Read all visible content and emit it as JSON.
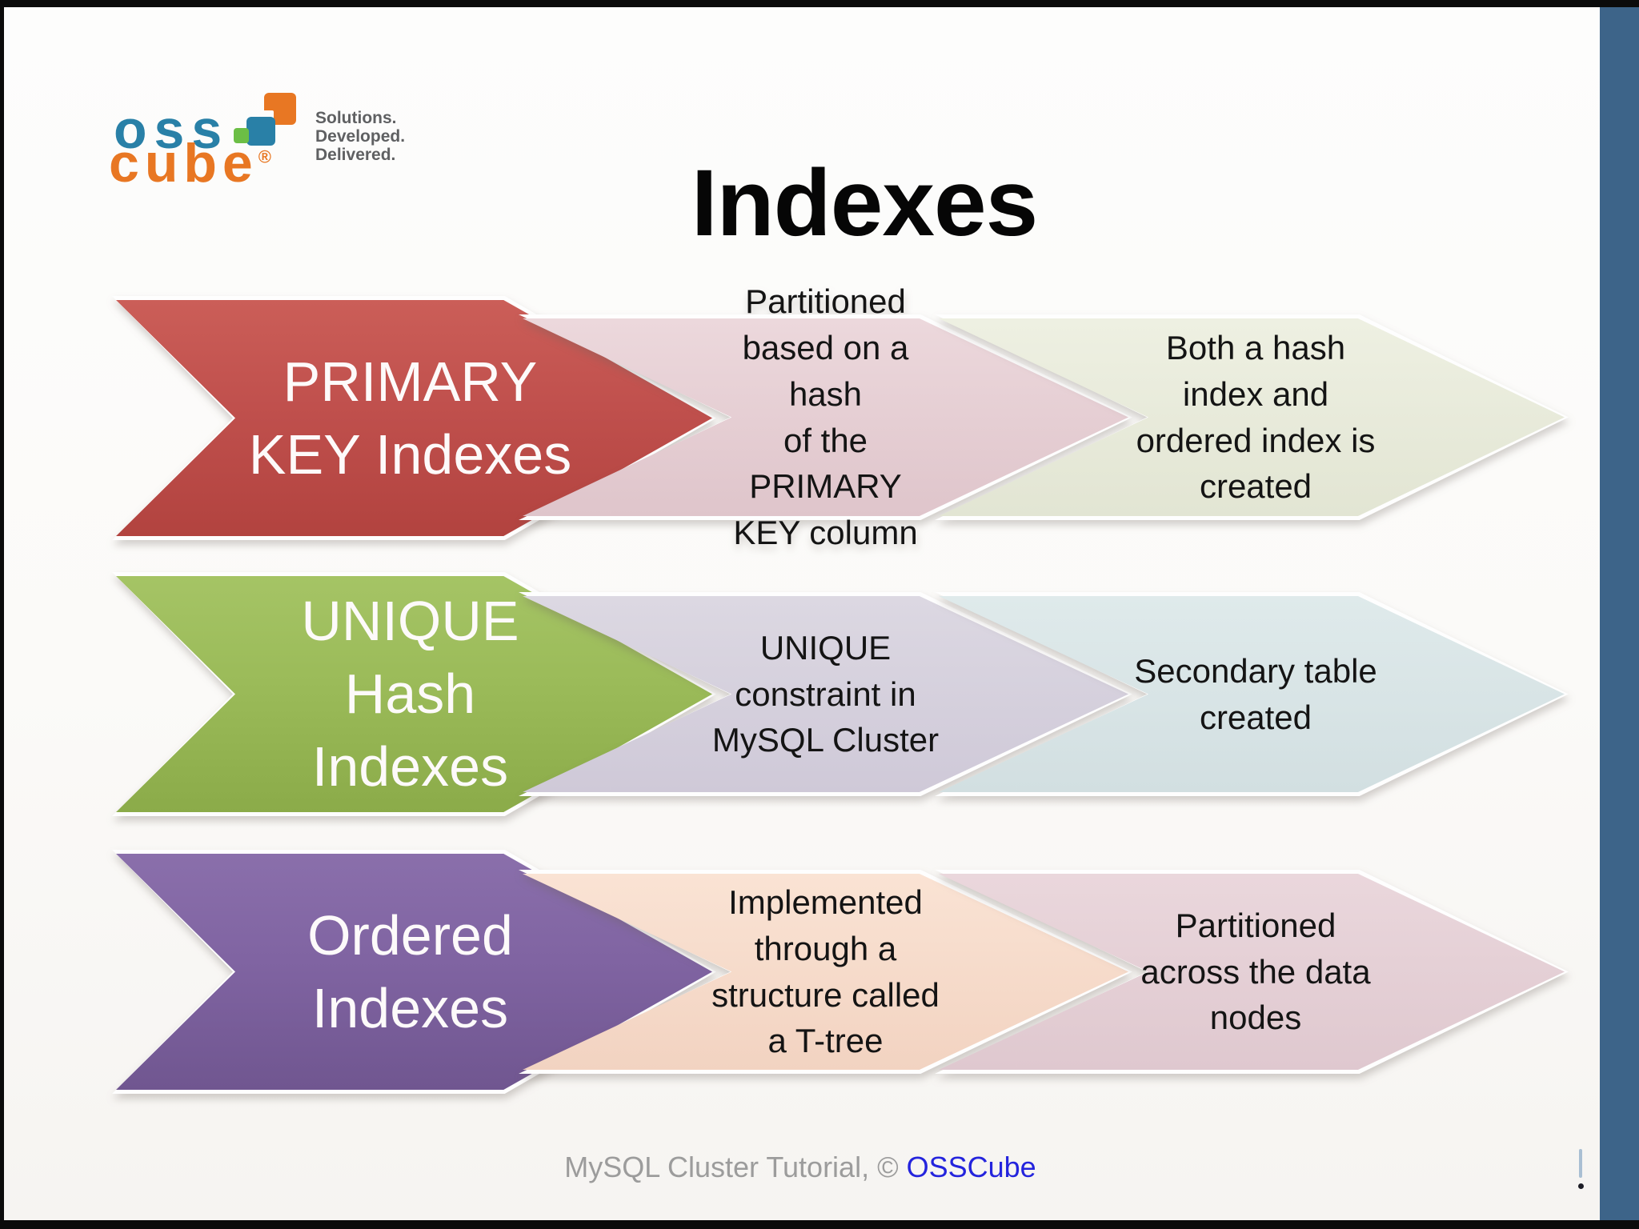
{
  "slide": {
    "title": "Indexes",
    "logo": {
      "oss": "oss",
      "cube": "cube",
      "reg": "®",
      "tagline_lines": "Solutions.\nDeveloped.\nDelivered."
    },
    "rows": [
      {
        "label": "PRIMARY\nKEY Indexes",
        "step2": "Partitioned\nbased on a hash\nof the PRIMARY\nKEY column",
        "step3": "Both a hash\nindex and\nordered index is\ncreated",
        "arrow_light": "#cb5e58",
        "arrow": "#c0504d",
        "arrow_dark": "#b2433f",
        "step2_light": "#ecd8dc",
        "step2_dark": "#dfc5cb",
        "step3_light": "#eef0e2",
        "step3_dark": "#e2e5d3"
      },
      {
        "label": "UNIQUE\nHash\nIndexes",
        "step2": "UNIQUE\nconstraint in\nMySQL Cluster",
        "step3": "Secondary table\ncreated",
        "arrow_light": "#a5c465",
        "arrow": "#9bbb59",
        "arrow_dark": "#8bab49",
        "step2_light": "#dcd8e2",
        "step2_dark": "#cfc9d8",
        "step3_light": "#dfeaeb",
        "step3_dark": "#d2dfe1"
      },
      {
        "label": "Ordered\nIndexes",
        "step2": "Implemented\nthrough a\nstructure called\na T-tree",
        "step3": "Partitioned\nacross the data\nnodes",
        "arrow_light": "#8a6fab",
        "arrow": "#8064a2",
        "arrow_dark": "#705690",
        "step2_light": "#fae3d4",
        "step2_dark": "#f2d3c1",
        "step3_light": "#ead7dc",
        "step3_dark": "#dfc8cf"
      }
    ],
    "footer": {
      "prefix": "MySQL Cluster Tutorial, © ",
      "link_text": "OSSCube"
    },
    "accents": {
      "sidebar_blue": "#3d6489",
      "title_color": "#060606",
      "footer_gray": "#9c9c9c",
      "footer_link_blue": "#2424dd",
      "logo_teal": "#2980a7",
      "logo_orange": "#e87723",
      "logo_green": "#6cbe45",
      "tagline_gray": "#5f6062"
    }
  }
}
